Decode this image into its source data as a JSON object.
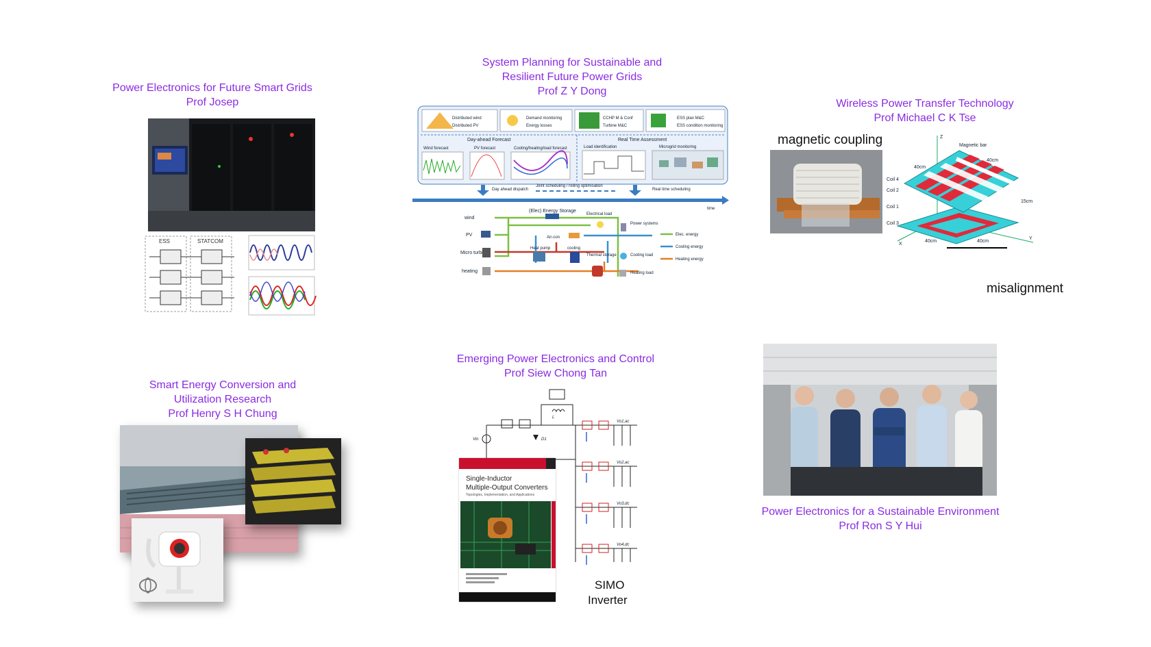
{
  "sections": [
    {
      "title_line1": "Power Electronics for Future Smart Grids",
      "title_line2": "Prof Josep",
      "panel_labels": [
        "ESS",
        "STATCOM"
      ]
    },
    {
      "title_line1": "System Planning for Sustainable and",
      "title_line2": "Resilient Future Power Grids",
      "title_line3": "Prof Z Y Dong"
    },
    {
      "title_line1": "Wireless Power Transfer Technology",
      "title_line2": "Prof Michael C K Tse",
      "label_a": "magnetic coupling",
      "label_b": "misalignment"
    },
    {
      "title_line1": "Smart Energy Conversion and",
      "title_line2": "Utilization Research",
      "title_line3": "Prof Henry S H Chung"
    },
    {
      "title_line1": "Emerging Power Electronics and Control",
      "title_line2": "Prof Siew Chong Tan",
      "label_a": "SIMO",
      "label_b": "Inverter",
      "book_title_line1": "Single-Inductor",
      "book_title_line2": "Multiple-Output Converters",
      "book_subtitle": "Topologies, Implementation, and Applications"
    },
    {
      "title_line1": "Power Electronics for a Sustainable Environment",
      "title_line2": "Prof Ron S Y Hui"
    }
  ],
  "planning": {
    "top_items": [
      "Distributed wind",
      "Distributed PV",
      "Demand monitoring",
      "Energy losses",
      "CCHP M & Conf",
      "Turbine M&C",
      "ESS plan M&C",
      "ESS condition monitoring"
    ],
    "dayahead_title": "Day-ahead Forecast",
    "forecasts": [
      "Wind forecast",
      "PV forecast",
      "Cooling/heating/load forecast"
    ],
    "realtime_title": "Real Time Assessment",
    "realtime_items": [
      "Load identification",
      "Microgrid monitoring"
    ],
    "timeline": [
      "Day ahead dispatch",
      "Joint scheduling / rolling optimisation",
      "Real time scheduling",
      "time"
    ],
    "sources": [
      "wind",
      "PV",
      "Micro turbine",
      "heating"
    ],
    "storage_title": "(Elec) Energy Storage",
    "mid_labels": [
      "Air-con",
      "Heat pump",
      "cooling",
      "Thermal storage",
      "Electrical load",
      "Power systems",
      "Cooling load",
      "Heating load"
    ],
    "legend": [
      "Elec. energy",
      "Cooling energy",
      "Heating energy"
    ]
  },
  "wpt": {
    "axis": [
      "Z",
      "X",
      "Y"
    ],
    "coils": [
      "Coil 4",
      "Coil 2",
      "Coil 1",
      "Coil 3"
    ],
    "dims": [
      "40cm",
      "40cm",
      "40cm",
      "40cm",
      "15cm"
    ],
    "bar_label": "Magnetic bar"
  },
  "simo": {
    "source": "Vin",
    "diode": "D1",
    "inductor": "L",
    "outputs": [
      "Vo1,ac",
      "Vo2,ac",
      "Vo3,dc",
      "Vo4,dc"
    ]
  }
}
